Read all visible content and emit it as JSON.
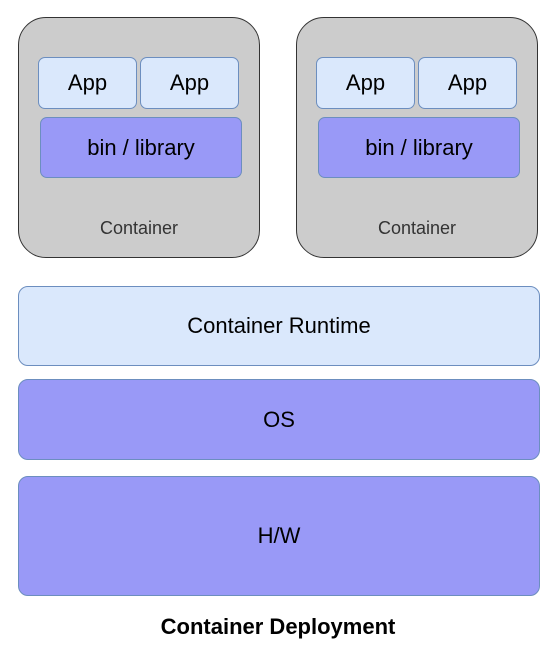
{
  "containers": [
    {
      "label": "Container",
      "apps": [
        "App",
        "App"
      ],
      "library": "bin / library"
    },
    {
      "label": "Container",
      "apps": [
        "App",
        "App"
      ],
      "library": "bin / library"
    }
  ],
  "layers": {
    "runtime": "Container Runtime",
    "os": "OS",
    "hardware": "H/W"
  },
  "caption": "Container Deployment",
  "colors": {
    "container_fill": "#cccccc",
    "container_border": "#333333",
    "app_fill": "#dae8fc",
    "library_fill": "#9999f7",
    "runtime_fill": "#dae8fc",
    "os_fill": "#9999f7",
    "hardware_fill": "#9999f7",
    "box_border": "#6c8ebf"
  }
}
